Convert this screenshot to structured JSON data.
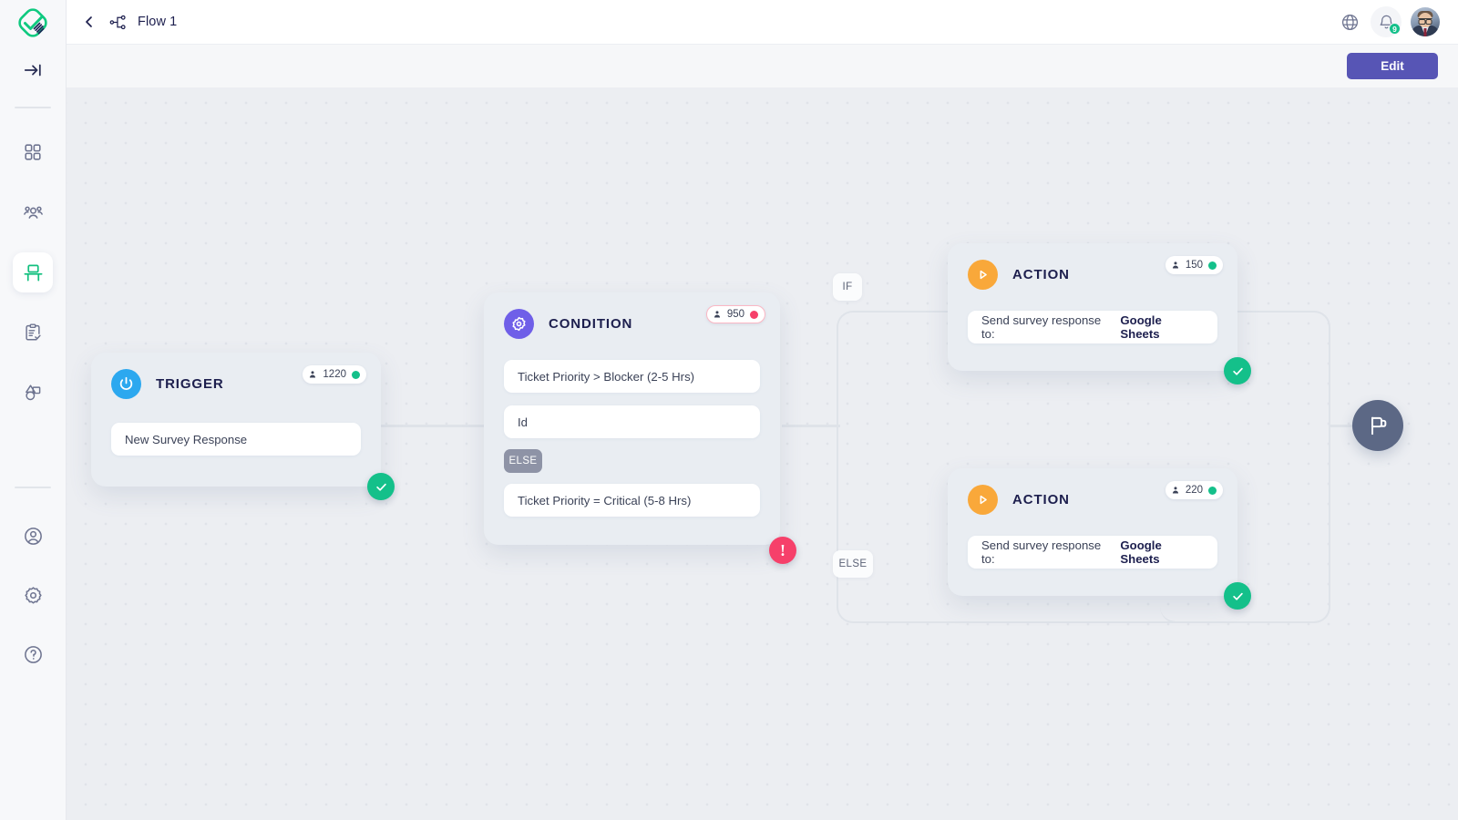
{
  "app": {
    "logo_name": "brand-logo",
    "sidebar": {
      "collapse_label": "collapse-sidebar",
      "items": [
        {
          "name": "apps-grid",
          "label": "Apps"
        },
        {
          "name": "people",
          "label": "Contacts"
        },
        {
          "name": "workflow-desk",
          "label": "Flows",
          "active": true
        },
        {
          "name": "clipboard-check",
          "label": "Tasks"
        },
        {
          "name": "shapes",
          "label": "Templates"
        }
      ],
      "bottom_items": [
        {
          "name": "user-circle",
          "label": "Profile"
        },
        {
          "name": "gear",
          "label": "Settings"
        },
        {
          "name": "question-circle",
          "label": "Help"
        }
      ]
    }
  },
  "header": {
    "back_label": "Back",
    "flow_icon_name": "flow-tree-icon",
    "title": "Flow 1",
    "globe_label": "Language",
    "notifications": {
      "icon": "bell-icon",
      "count": "9"
    },
    "avatar_label": "User avatar"
  },
  "toolbar": {
    "edit_label": "Edit"
  },
  "canvas": {
    "branch_labels": {
      "if": "IF",
      "else": "ELSE"
    },
    "end_node_icon": "flag-icon",
    "nodes": [
      {
        "id": "trigger",
        "type": "TRIGGER",
        "icon": "power-icon",
        "count": "1220",
        "count_state": "ok",
        "status": "ok",
        "fields": [
          {
            "text": "New Survey Response",
            "strong": ""
          }
        ]
      },
      {
        "id": "condition",
        "type": "CONDITION",
        "icon": "settings-gear-icon",
        "count": "950",
        "count_state": "bad",
        "status": "error",
        "status_glyph": "!",
        "else_label": "ELSE",
        "fields": [
          {
            "text": "Ticket Priority > Blocker (2-5 Hrs)",
            "strong": ""
          },
          {
            "text": "Id",
            "strong": ""
          },
          {
            "text": "Ticket Priority = Critical (5-8 Hrs)",
            "strong": ""
          }
        ]
      },
      {
        "id": "action-1",
        "type": "ACTION",
        "icon": "play-icon",
        "count": "150",
        "count_state": "ok",
        "status": "ok",
        "fields": [
          {
            "text": "Send survey response to:",
            "strong": "Google Sheets"
          }
        ]
      },
      {
        "id": "action-2",
        "type": "ACTION",
        "icon": "play-icon",
        "count": "220",
        "count_state": "ok",
        "status": "ok",
        "fields": [
          {
            "text": "Send survey response to:",
            "strong": "Google Sheets"
          }
        ]
      }
    ]
  },
  "colors": {
    "accent_purple": "#5755b5",
    "trigger_blue": "#2ca8ef",
    "condition_purple": "#6f5fe8",
    "action_orange": "#f9a83a",
    "success_green": "#14c08a",
    "error_red": "#f6406a",
    "canvas_bg": "#eceef2",
    "card_bg": "#e9edf2",
    "end_node": "#5c6885"
  }
}
